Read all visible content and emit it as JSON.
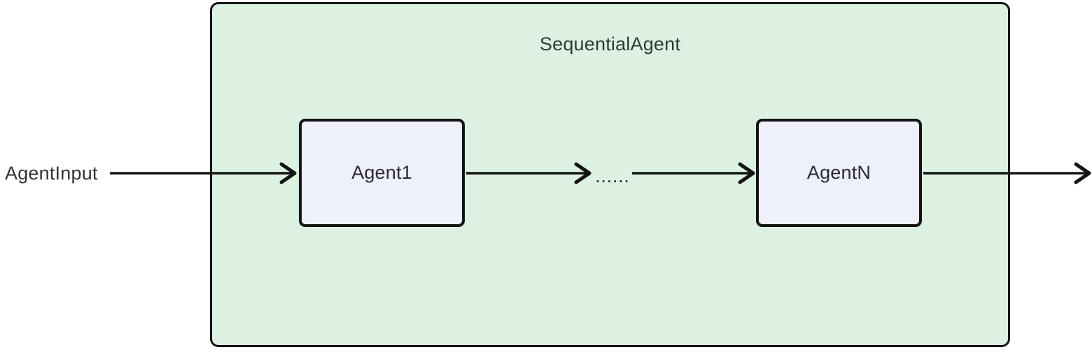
{
  "diagram": {
    "type": "flowchart-left-right",
    "container": {
      "label": "SequentialAgent"
    },
    "nodes": [
      {
        "id": "agent1",
        "label": "Agent1"
      },
      {
        "id": "agentn",
        "label": "AgentN"
      }
    ],
    "external_input_label": "AgentInput",
    "edge_label_dots": "......",
    "edges": [
      {
        "from": "AgentInput",
        "to": "Agent1"
      },
      {
        "from": "Agent1",
        "to": "......"
      },
      {
        "from": "......",
        "to": "AgentN"
      },
      {
        "from": "AgentN",
        "to": "output"
      }
    ],
    "colors": {
      "container_fill": "#dcf1e2",
      "node_fill": "#eef0fb",
      "stroke": "#141414",
      "text": "#333333"
    }
  }
}
